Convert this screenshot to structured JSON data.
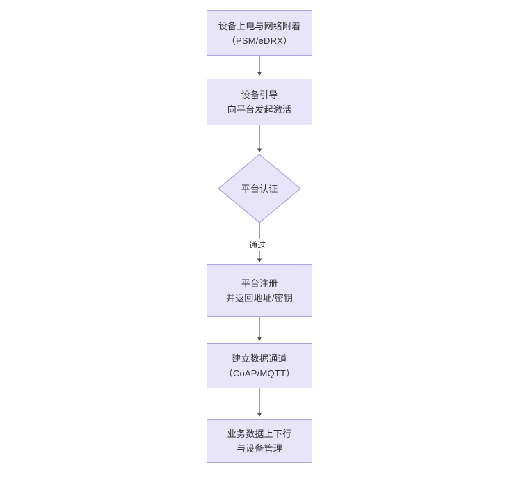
{
  "diagram": {
    "type": "flowchart",
    "orientation": "top-to-bottom",
    "background_color": "#ffffff",
    "node_fill_color": "#e8e4fa",
    "node_border_color": "#b3a0e0",
    "text_color": "#333333",
    "edge_color": "#4d4d4d",
    "nodes": [
      {
        "id": "n1",
        "shape": "rectangle",
        "line1": "设备上电与网络附着",
        "line2": "（PSM/eDRX）"
      },
      {
        "id": "n2",
        "shape": "rectangle",
        "line1": "设备引导",
        "line2": "向平台发起激活"
      },
      {
        "id": "n3",
        "shape": "diamond",
        "line1": "平台认证",
        "line2": ""
      },
      {
        "id": "n4",
        "shape": "rectangle",
        "line1": "平台注册",
        "line2": "并返回地址/密钥"
      },
      {
        "id": "n5",
        "shape": "rectangle",
        "line1": "建立数据通道",
        "line2": "（CoAP/MQTT）"
      },
      {
        "id": "n6",
        "shape": "rectangle",
        "line1": "业务数据上下行",
        "line2": "与设备管理"
      }
    ],
    "edges": [
      {
        "id": "e1",
        "from": "n1",
        "to": "n2",
        "label": ""
      },
      {
        "id": "e2",
        "from": "n2",
        "to": "n3",
        "label": ""
      },
      {
        "id": "e3",
        "from": "n3",
        "to": "n4",
        "label": "通过"
      },
      {
        "id": "e4",
        "from": "n4",
        "to": "n5",
        "label": ""
      },
      {
        "id": "e5",
        "from": "n5",
        "to": "n6",
        "label": ""
      }
    ]
  }
}
